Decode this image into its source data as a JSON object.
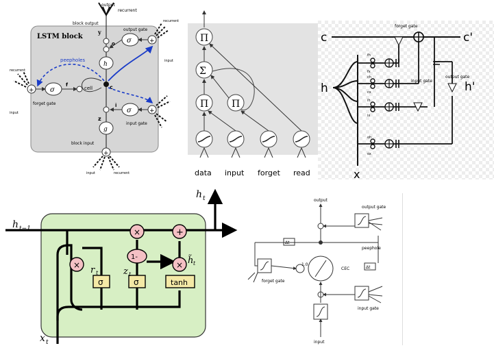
{
  "panel_a": {
    "title": "LSTM block",
    "block_output": "block output",
    "output_label": "output",
    "recurrent": "recurrent",
    "input": "input",
    "y": "y",
    "h": "h",
    "cell": "cell",
    "c": "c",
    "f": "f",
    "i": "i",
    "o": "o",
    "z": "z",
    "g": "g",
    "sigma": "σ",
    "output_gate": "output gate",
    "peepholes": "peepholes",
    "forget_gate": "forget gate",
    "input_gate": "input gate",
    "block_input": "block input"
  },
  "panel_b": {
    "pi": "Π",
    "sum": "Σ",
    "labels": [
      "data",
      "input",
      "forget",
      "read"
    ]
  },
  "panel_c": {
    "c": "c",
    "c_prime": "c'",
    "h": "h",
    "h_prime": "h'",
    "x": "x",
    "forget_gate": "forget gate",
    "input_gate": "input gate",
    "output_gate": "output gate",
    "fh": "fh",
    "fx": "fx",
    "ch": "ch",
    "cx": "cx",
    "ih": "ih",
    "ix": "ix",
    "oh": "oh",
    "ox": "ox"
  },
  "panel_d": {
    "h_prev": "h",
    "h_prev_sub": "t−1",
    "h_t": "h",
    "h_t_sub": "t",
    "x_t": "x",
    "x_t_sub": "t",
    "r_t": "r",
    "r_sub": "t",
    "z_t": "z",
    "z_sub": "t",
    "h_tilde": "h̃",
    "h_tilde_sub": "t",
    "times": "×",
    "plus": "+",
    "one_minus": "1-",
    "sigma": "σ",
    "tanh": "tanh"
  },
  "panel_e": {
    "output": "output",
    "output_gate": "output gate",
    "peephole": "peephole",
    "dt": "Δt",
    "cec": "CEC",
    "one": "1.0",
    "forget_gate": "forget gate",
    "input_gate": "input gate",
    "input": "input"
  }
}
